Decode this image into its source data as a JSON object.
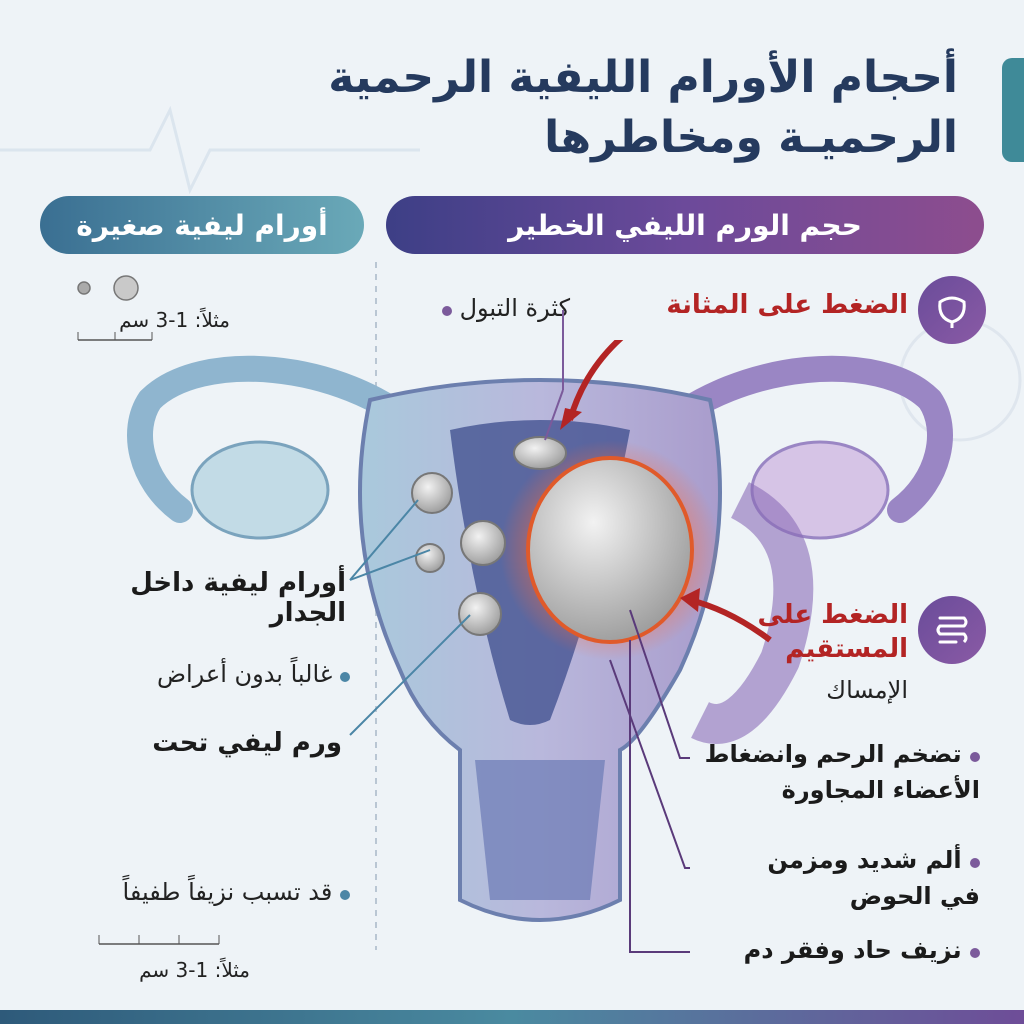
{
  "title": {
    "line1": "أحجام الأورام الليفية الرحمية",
    "line2": "الرحميـة ومخاطرها"
  },
  "left_panel": {
    "header": "أورام ليفية صغيرة",
    "scale_top": "مثلاً: 1-3 سم",
    "intramural_label": "أورام ليفية داخل الجدار",
    "asymptomatic": "غالباً بدون أعراض",
    "subserosal_label": "ورم ليفي تحت",
    "mild_bleeding": "قد تسبب نزيفاً طفيفاً",
    "scale_bottom": "مثلاً: 1-3 سم"
  },
  "right_panel": {
    "header": "حجم الورم الليفي الخطير",
    "frequent_urination": "كثرة التبول",
    "bladder_pressure": "الضغط على المثانة",
    "rectum_pressure": "الضغط على المستقيم",
    "constipation": "الإمساك",
    "bullet1": "تضخم الرحم وانضغاط الأعضاء المجاورة",
    "bullet2": "ألم شديد ومزمن في الحوض",
    "bullet3": "نزيف حاد وفقر دم"
  },
  "icons": {
    "bladder": "bladder-icon",
    "intestine": "intestine-icon"
  },
  "colors": {
    "title": "#253a5e",
    "left_header": "#4a8fa6",
    "right_header": "#6c4a9a",
    "warning_red": "#b32424"
  }
}
